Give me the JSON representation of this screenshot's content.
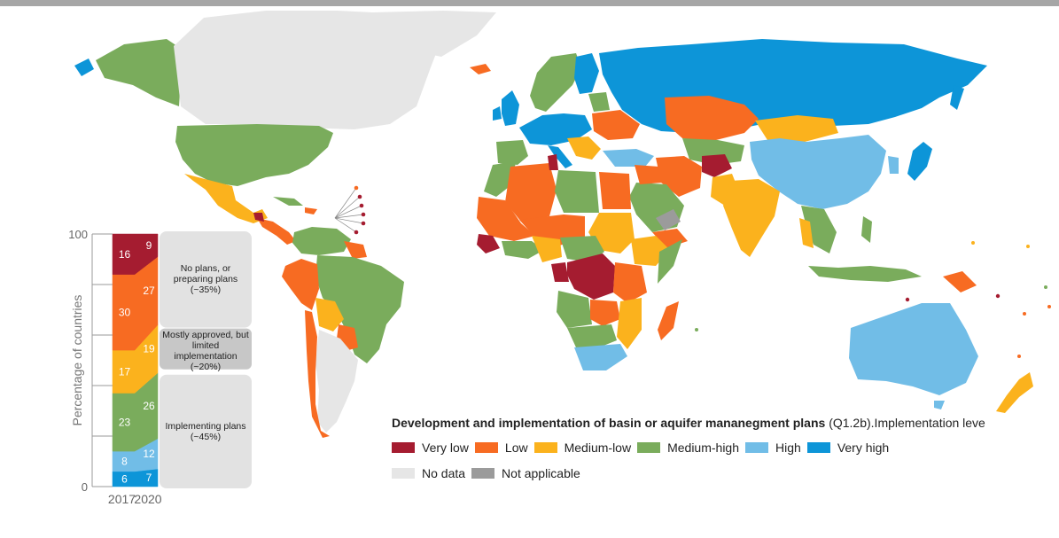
{
  "colors": {
    "very_low": "#a51c30",
    "low": "#f76b22",
    "medium_low": "#fbb21d",
    "medium_high": "#7aac5c",
    "high": "#71bde7",
    "very_high": "#0d95d8",
    "no_data": "#e6e6e6",
    "not_applicable": "#9b9b9b",
    "panel_bg": "#e2e2e2",
    "panel_mid_bg": "#c7c7c7"
  },
  "chart_data": {
    "type": "stacked-area",
    "ylabel": "Percentage of countries",
    "categories": [
      "2017",
      "2020"
    ],
    "ylim": [
      0,
      100
    ],
    "yticks": [
      "0",
      "100"
    ],
    "series": [
      {
        "name": "Very high",
        "color_key": "very_high",
        "values": [
          6,
          7
        ]
      },
      {
        "name": "High",
        "color_key": "high",
        "values": [
          8,
          12
        ]
      },
      {
        "name": "Medium-high",
        "color_key": "medium_high",
        "values": [
          23,
          26
        ]
      },
      {
        "name": "Medium-low",
        "color_key": "medium_low",
        "values": [
          17,
          19
        ]
      },
      {
        "name": "Low",
        "color_key": "low",
        "values": [
          30,
          27
        ]
      },
      {
        "name": "Very low",
        "color_key": "very_low",
        "values": [
          16,
          9
        ]
      }
    ]
  },
  "panels": {
    "top": "No plans, or preparing plans (~35%)",
    "middle": "Mostly approved, but limited implementation (~20%)",
    "bottom": "Implementing plans (~45%)"
  },
  "legend": {
    "title_bold": "Development and implementation of basin or aquifer mananegment plans",
    "title_rest": "(Q1.2b).Implementation leve",
    "items": [
      {
        "label": "Very low",
        "color_key": "very_low"
      },
      {
        "label": "Low",
        "color_key": "low"
      },
      {
        "label": "Medium-low",
        "color_key": "medium_low"
      },
      {
        "label": "Medium-high",
        "color_key": "medium_high"
      },
      {
        "label": "High",
        "color_key": "high"
      },
      {
        "label": "Very high",
        "color_key": "very_high"
      }
    ],
    "items2": [
      {
        "label": "No data",
        "color_key": "no_data"
      },
      {
        "label": "Not applicable",
        "color_key": "not_applicable"
      }
    ]
  }
}
